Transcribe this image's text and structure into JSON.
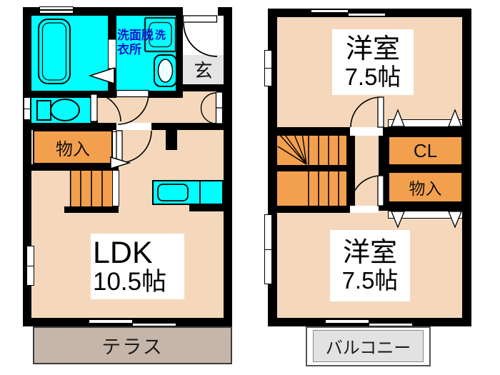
{
  "floor1": {
    "washroom": {
      "line1": "洗面脱",
      "line2": "衣所"
    },
    "washer": {
      "label": "洗"
    },
    "entrance": {
      "label": "玄"
    },
    "storage": {
      "label": "物入"
    },
    "ldk": {
      "line1": "LDK",
      "line2": "10.5帖"
    },
    "terrace": {
      "label": "テラス"
    }
  },
  "floor2": {
    "bedroom_top": {
      "line1": "洋室",
      "line2": "7.5帖"
    },
    "closet": {
      "label": "CL"
    },
    "storage": {
      "label": "物入"
    },
    "bedroom_bottom": {
      "line1": "洋室",
      "line2": "7.5帖"
    },
    "balcony": {
      "label": "バルコニー"
    }
  },
  "colors": {
    "wall": "#000000",
    "floor_beige": "#f5d8bc",
    "wet_area_cyan": "#00ffff",
    "storage_orange": "#f3a04e",
    "entrance_gray": "#e4e4e4",
    "terrace_taupe": "#c6b6aa",
    "balcony_gray": "#e2e2e2",
    "label_blue": "#1414cc"
  }
}
